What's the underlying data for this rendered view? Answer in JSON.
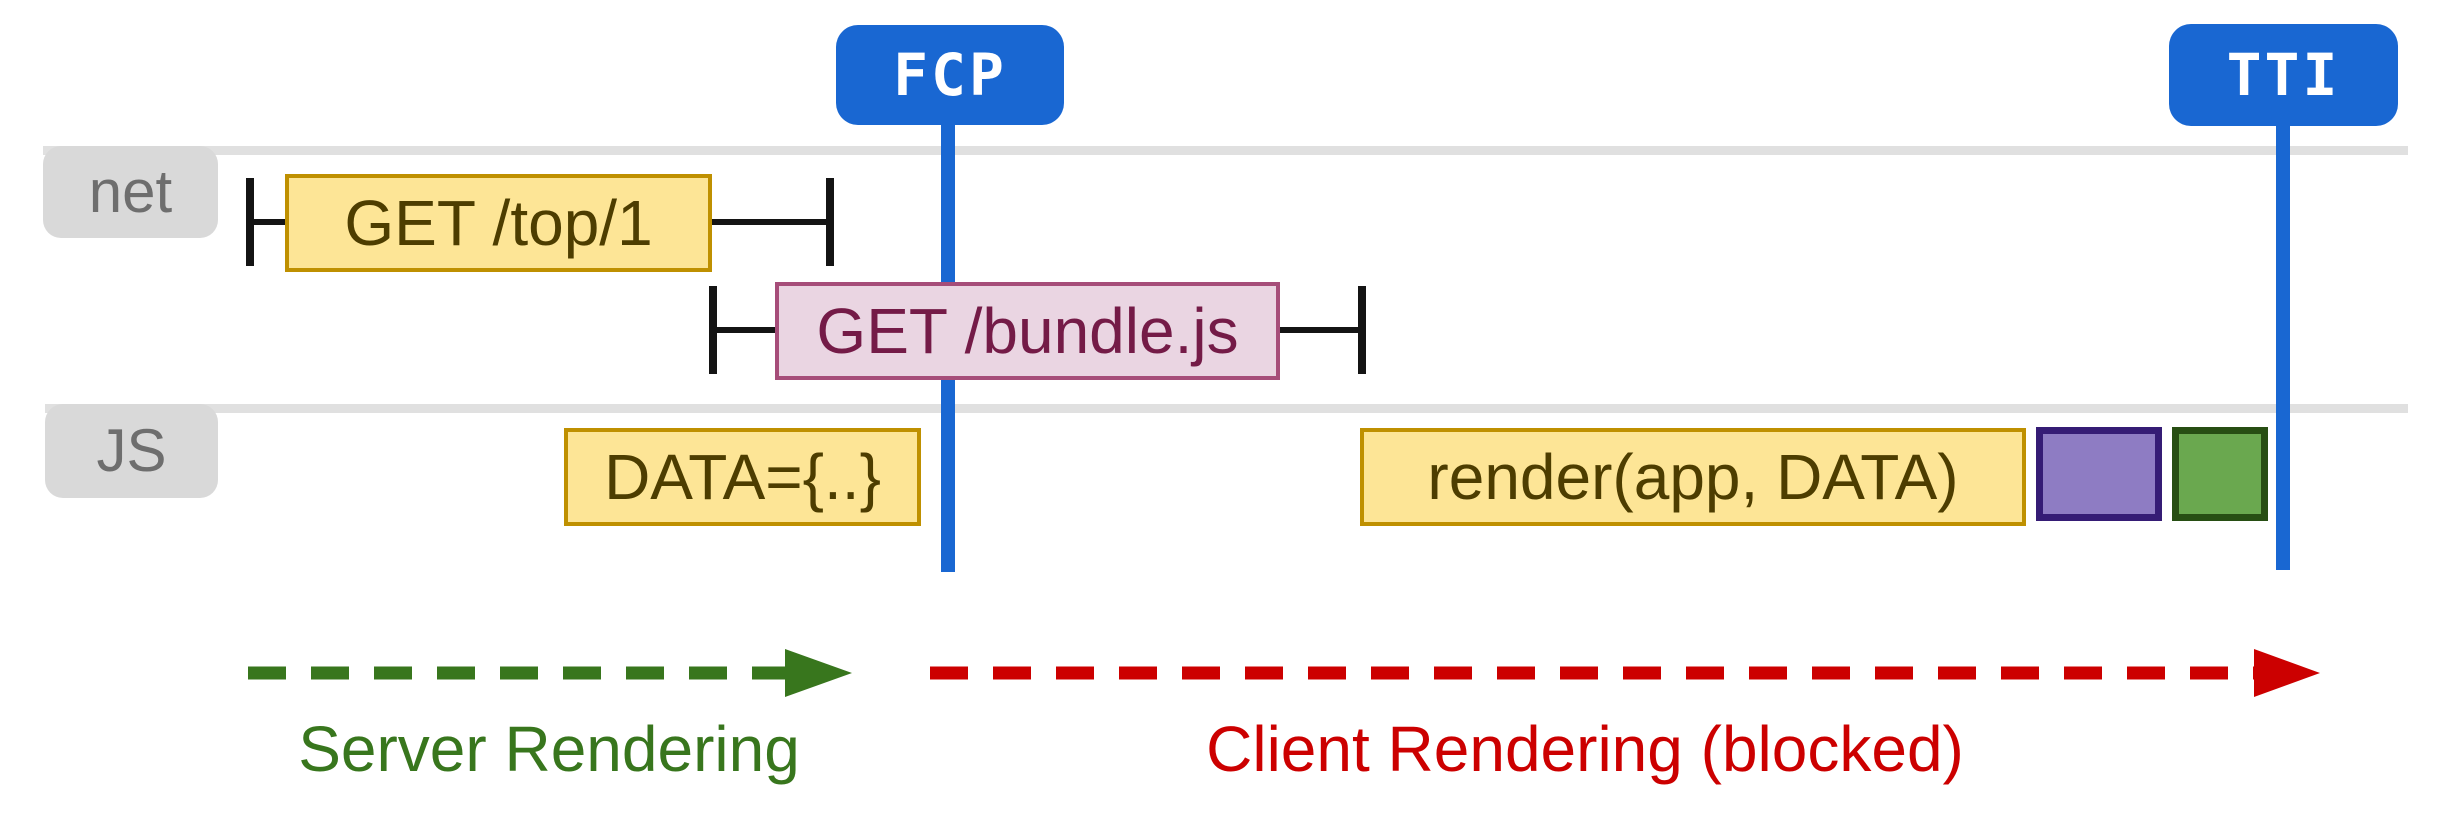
{
  "tracks": {
    "net": {
      "label": "net"
    },
    "js": {
      "label": "JS"
    }
  },
  "markers": {
    "fcp": {
      "label": "FCP",
      "color": "#1967d2"
    },
    "tti": {
      "label": "TTI",
      "color": "#1967d2"
    }
  },
  "network_requests": [
    {
      "label": "GET /top/1",
      "fill": "#fde596",
      "border": "#bf9000",
      "text_color": "#4d3d00"
    },
    {
      "label": "GET /bundle.js",
      "fill": "#ead5e2",
      "border": "#a64d79",
      "text_color": "#741b47"
    }
  ],
  "js_tasks": [
    {
      "label": "DATA={..}",
      "fill": "#fde596",
      "border": "#bf9000",
      "text_color": "#4d3d00"
    },
    {
      "label": "render(app, DATA)",
      "fill": "#fde596",
      "border": "#bf9000",
      "text_color": "#4d3d00"
    },
    {
      "label": "",
      "fill": "#8e7cc3",
      "border": "#351c75"
    },
    {
      "label": "",
      "fill": "#6aa84f",
      "border": "#274e13"
    }
  ],
  "phases": [
    {
      "label": "Server Rendering",
      "color": "#38761d"
    },
    {
      "label": "Client Rendering (blocked)",
      "color": "#cc0000"
    }
  ]
}
